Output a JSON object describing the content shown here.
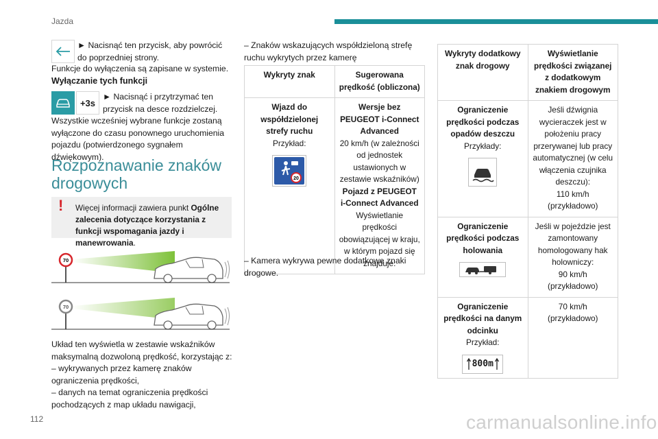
{
  "header": {
    "section": "Jazda",
    "page_number": "112"
  },
  "watermark": "carmanualsonline.info",
  "left": {
    "back_step": "► Nacisnąć ten przycisk, aby powrócić do poprzedniej strony.",
    "saved_note": "Funkcje do wyłączenia są zapisane w systemie.",
    "disable_heading": "Wyłączanie tych funkcji",
    "press_hold_step": "► Nacisnąć i przytrzymać ten przycisk na desce rozdzielczej.",
    "press_hold_badge": "+3s",
    "disabled_note": "Wszystkie wcześniej wybrane funkcje zostaną wyłączone do czasu ponownego uruchomienia pojazdu (potwierdzonego sygnałem dźwiękowym).",
    "section_title": "Rozpoznawanie znaków drogowych",
    "info_box": {
      "prefix": "Więcej informacji zawiera punkt ",
      "bold": "Ogólne zalecenia dotyczące korzystania z funkcji wspomagania jazdy i manewrowania",
      "suffix": "."
    },
    "illustration_signs": [
      "70",
      "70"
    ],
    "desc_intro": "Układ ten wyświetla w zestawie wskaźników maksymalną dozwoloną prędkość, korzystając z:",
    "desc_item1": "–  wykrywanych przez kamerę znaków ograniczenia prędkości,",
    "desc_item2": "–  danych na temat ograniczenia prędkości pochodzących z map układu nawigacji,"
  },
  "middle": {
    "intro": "–  Znaków wskazujących współdzieloną strefę ruchu wykrytych przez kamerę",
    "table": {
      "headers": [
        "Wykryty znak",
        "Sugerowana prędkość (obliczona)"
      ],
      "row": {
        "sign_name": "Wjazd do współdzielonej strefy ruchu",
        "example_label": "Przykład:",
        "sign_value": "20",
        "version1_title": "Wersje bez PEUGEOT i-Connect Advanced",
        "version1_text": "20 km/h (w zależności od jednostek ustawionych w zestawie wskaźników)",
        "version2_title": "Pojazd z PEUGEOT i-Connect Advanced",
        "version2_text": "Wyświetlanie prędkości obowiązującej w kraju, w którym pojazd się znajduje."
      }
    },
    "after": "–  Kamera wykrywa pewne dodatkowe znaki drogowe."
  },
  "right": {
    "headers": [
      "Wykryty dodatkowy znak drogowy",
      "Wyświetlanie prędkości związanej z dodatkowym znakiem drogowym"
    ],
    "rows": [
      {
        "name": "Ograniczenie prędkości podczas opadów deszczu",
        "label": "Przykłady:",
        "value": "Jeśli dźwignia wycieraczek jest w położeniu pracy przerywanej lub pracy automatycznej (w celu włączenia czujnika deszczu):\n110 km/h\n(przykładowo)"
      },
      {
        "name": "Ograniczenie prędkości podczas holowania",
        "label": "",
        "value": "Jeśli w pojeździe jest zamontowany homologowany hak holowniczy:\n90 km/h (przykładowo)"
      },
      {
        "name": "Ograniczenie prędkości na danym odcinku",
        "label": "Przykład:",
        "sign_text": "800m",
        "value": "70 km/h (przykładowo)"
      }
    ]
  }
}
